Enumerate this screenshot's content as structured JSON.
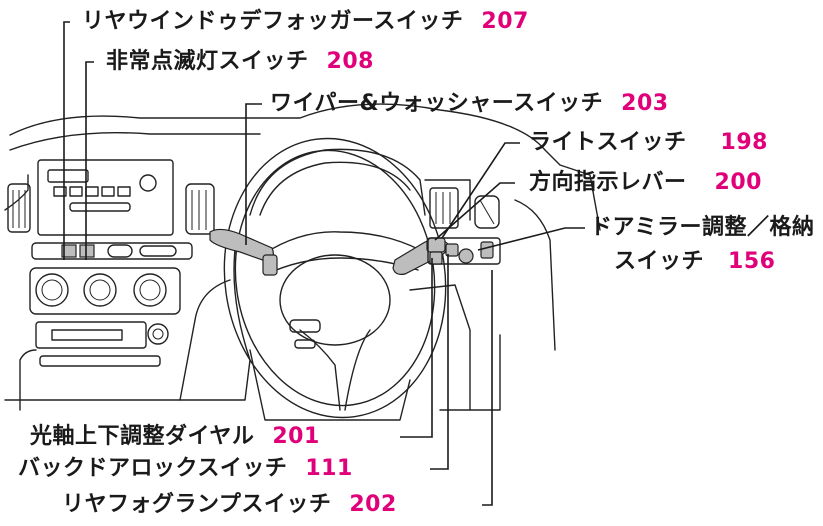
{
  "callouts": [
    {
      "text": "リヤウインドゥデフォッガースイッチ",
      "page": "207"
    },
    {
      "text": "非常点滅灯スイッチ",
      "page": "208"
    },
    {
      "text": "ワイパー&ウォッシャースイッチ",
      "page": "203"
    },
    {
      "text": "ライトスイッチ",
      "page": "198"
    },
    {
      "text": "方向指示レバー",
      "page": "200"
    },
    {
      "text": "ドアミラー調整／格納",
      "text2": "スイッチ",
      "page": "156"
    },
    {
      "text": "光軸上下調整ダイヤル",
      "page": "201"
    },
    {
      "text": "バックドアロックスイッチ",
      "page": "111"
    },
    {
      "text": "リヤフォグランプスイッチ",
      "page": "202"
    }
  ],
  "colors": {
    "page_number": "#e0007a",
    "text": "#1a1a1a",
    "highlight": "#bdbdbd"
  }
}
